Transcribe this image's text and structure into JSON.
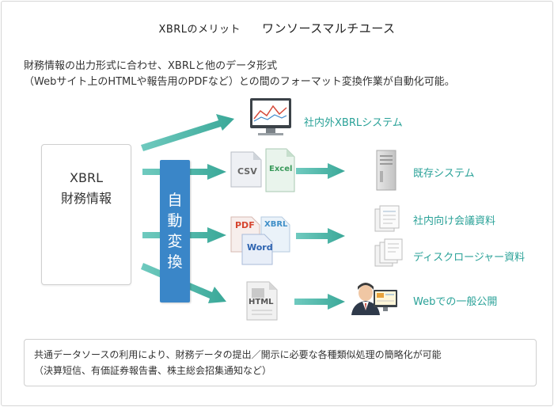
{
  "header": {
    "subtitle": "XBRLのメリット",
    "title": "ワンソースマルチユース"
  },
  "intro": {
    "line1": "財務情報の出力形式に合わせ、XBRLと他のデータ形式",
    "line2": "（Webサイト上のHTMLや報告用のPDFなど）との間のフォーマット変換作業が自動化可能。"
  },
  "source": {
    "line1": "XBRL",
    "line2": "財務情報",
    "icon": "database-icon"
  },
  "converter": {
    "chars": [
      "自",
      "動",
      "変",
      "換"
    ],
    "color": "#3a86c8"
  },
  "formats": {
    "csv": "CSV",
    "excel": "Excel",
    "pdf": "PDF",
    "xbrl": "XBRL",
    "word": "Word",
    "html": "HTML"
  },
  "destinations": {
    "internal_xbrl": "社内外XBRLシステム",
    "existing": "既存システム",
    "meeting": "社内向け会議資料",
    "disclosure": "ディスクロージャー資料",
    "web": "Webでの一般公開"
  },
  "footer": {
    "line1": "共通データソースの利用により、財務データの提出／開示に必要な各種類似処理の簡略化が可能",
    "line2": "（決算短信、有価証券報告書、株主総会招集通知など）"
  },
  "colors": {
    "arrow": "#43b7a8",
    "label": "#2aa298",
    "excel": "#3a9a5b",
    "pdf": "#d6452f",
    "word": "#2d63b0",
    "xbrl_text": "#3f8fc8"
  }
}
